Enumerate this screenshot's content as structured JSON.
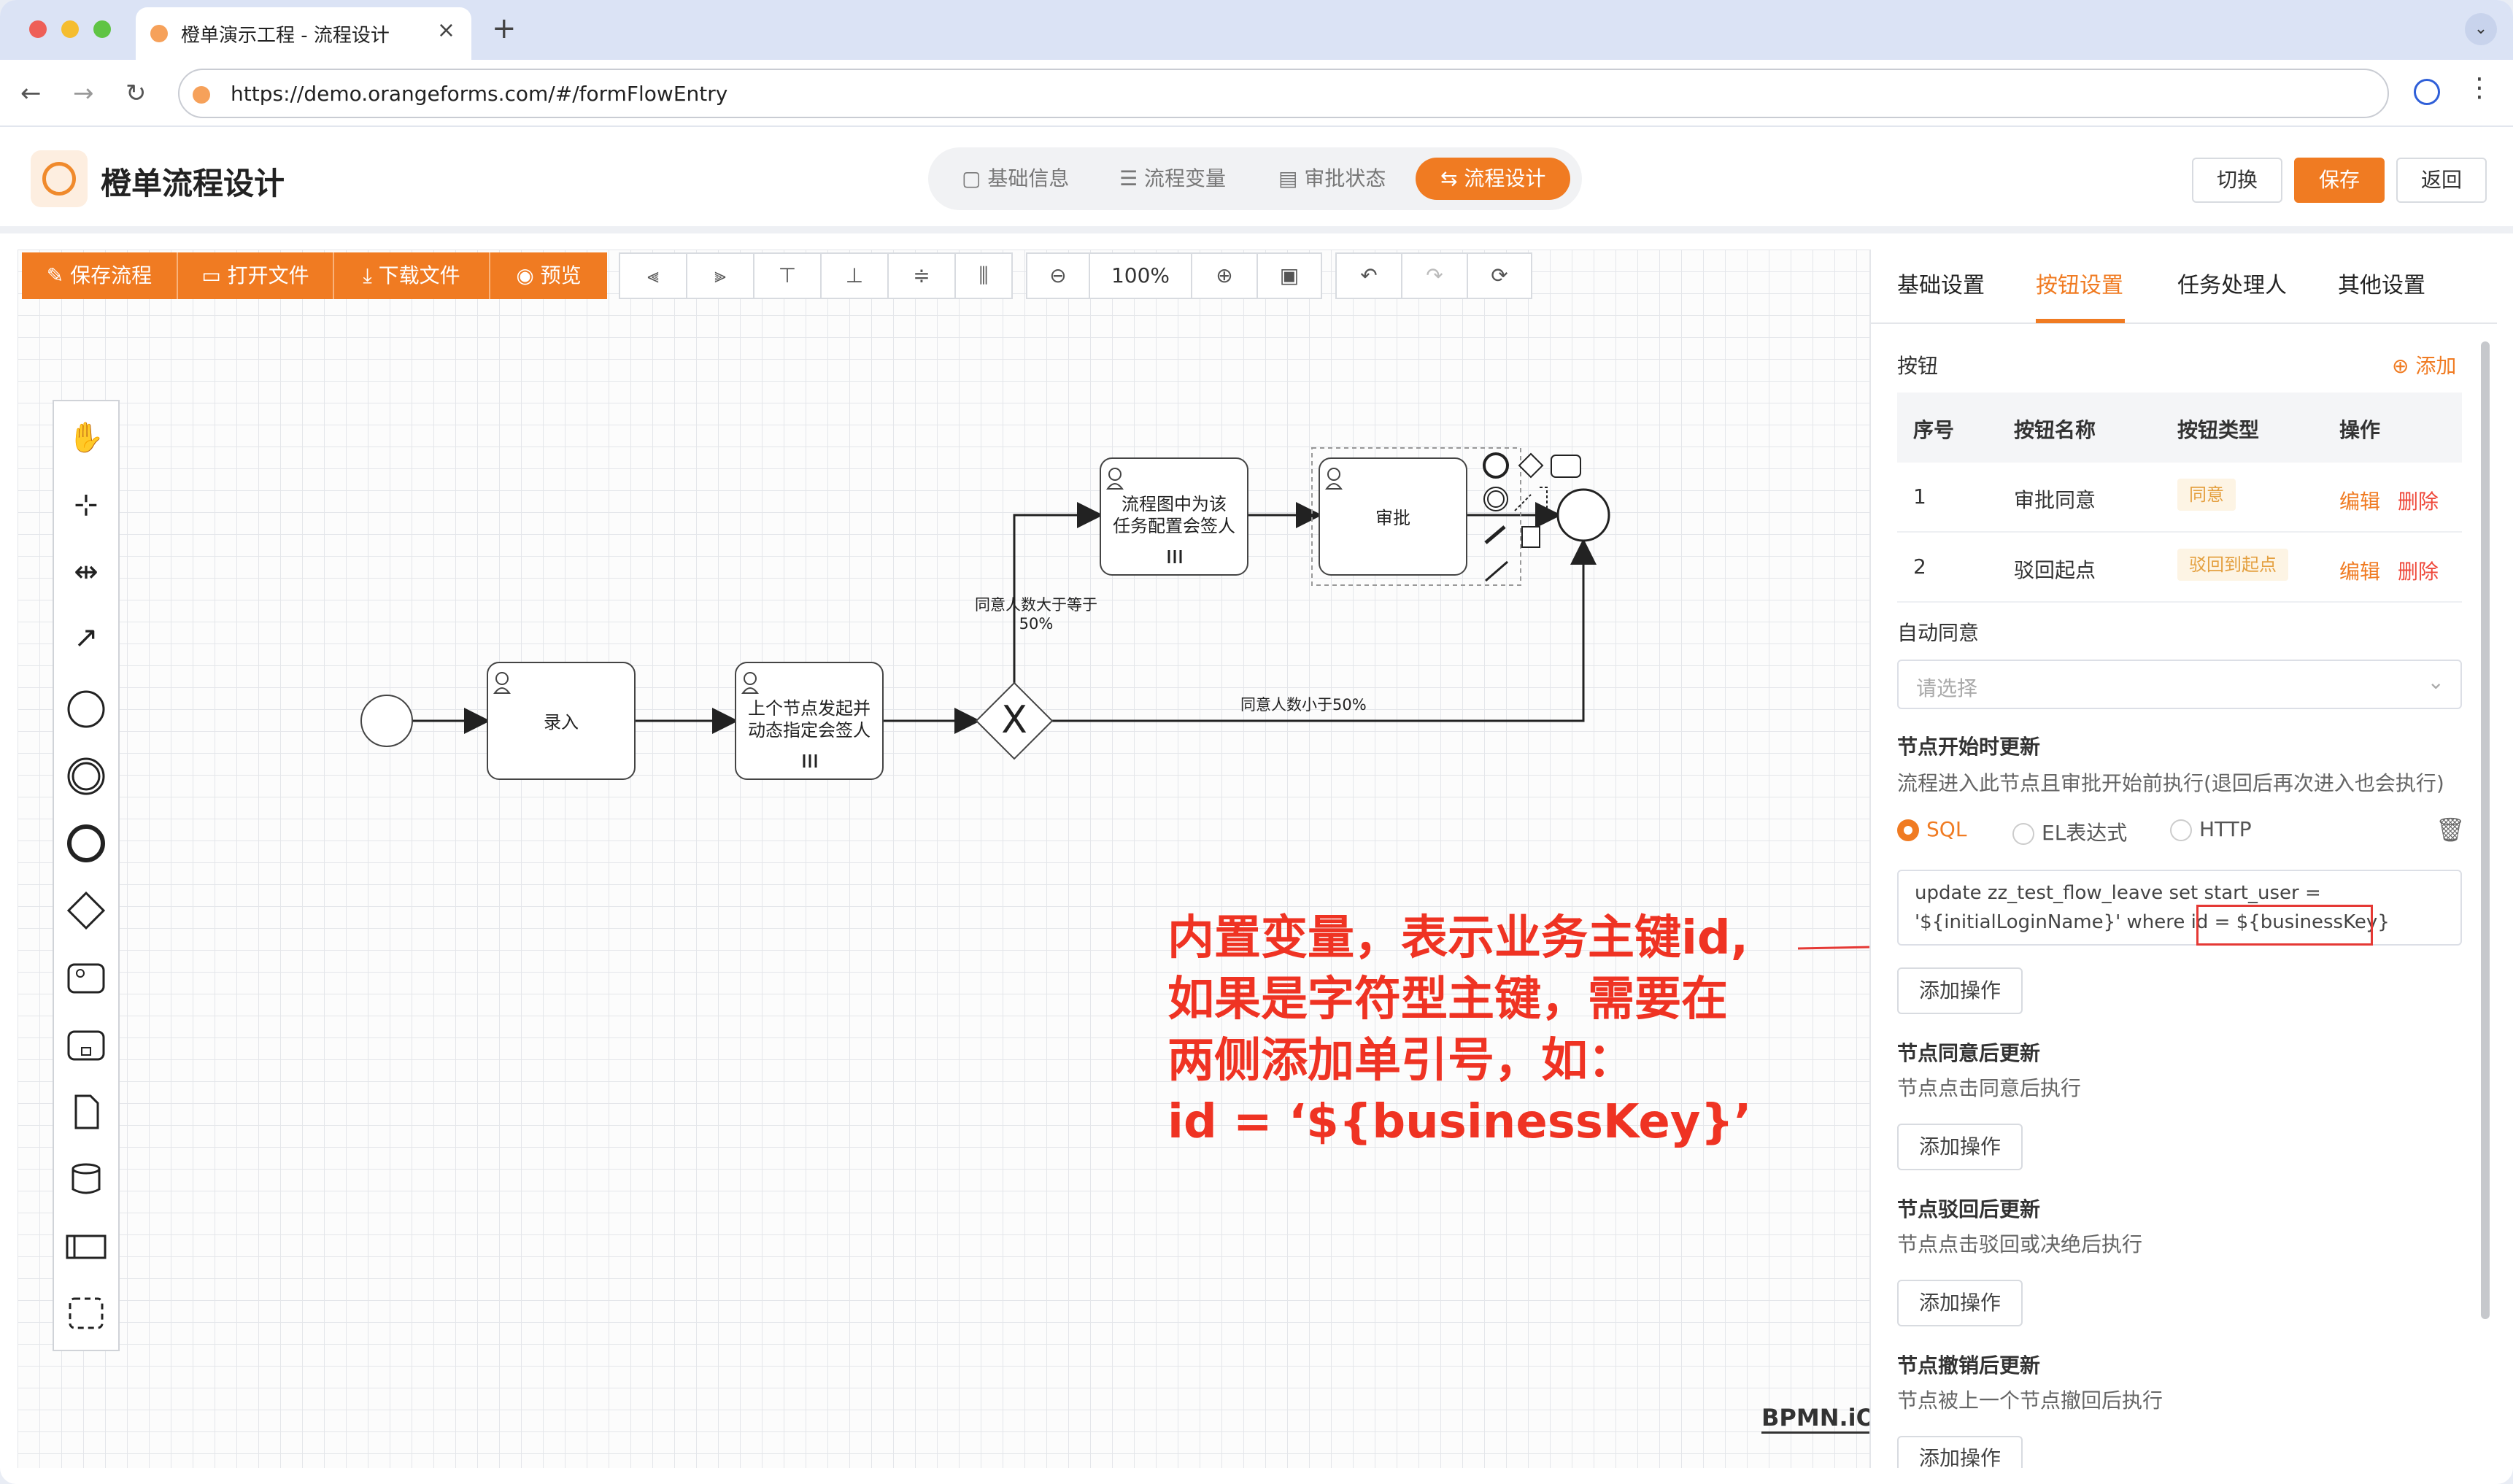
{
  "browser": {
    "tab_title": "橙单演示工程 - 流程设计",
    "url": "https://demo.orangeforms.com/#/formFlowEntry"
  },
  "app": {
    "title": "橙单流程设计",
    "steps": [
      {
        "label": "基础信息"
      },
      {
        "label": "流程变量"
      },
      {
        "label": "审批状态"
      },
      {
        "label": "流程设计"
      }
    ],
    "switch_label": "切换",
    "save_label": "保存",
    "back_label": "返回"
  },
  "toolbar": {
    "save_flow": "保存流程",
    "open_file": "打开文件",
    "download_file": "下载文件",
    "preview": "预览",
    "zoom": "100%"
  },
  "diagram": {
    "task_entry": "录入",
    "task_dynamic_1": "上个节点发起并",
    "task_dynamic_2": "动态指定会签人",
    "task_config_1": "流程图中为该",
    "task_config_2": "任务配置会签人",
    "task_approve": "审批",
    "cond_gte_1": "同意人数大于等于",
    "cond_gte_2": "50%",
    "cond_lt": "同意人数小于50%",
    "watermark": "BPMN.iO"
  },
  "panel": {
    "tabs": [
      "基础设置",
      "按钮设置",
      "任务处理人",
      "其他设置"
    ],
    "buttons_title": "按钮",
    "add_label": "添加",
    "table_headers": [
      "序号",
      "按钮名称",
      "按钮类型",
      "操作"
    ],
    "rows": [
      {
        "no": "1",
        "name": "审批同意",
        "type": "同意",
        "edit": "编辑",
        "del": "删除"
      },
      {
        "no": "2",
        "name": "驳回起点",
        "type": "驳回到起点",
        "edit": "编辑",
        "del": "删除"
      }
    ],
    "auto_agree_label": "自动同意",
    "auto_agree_placeholder": "请选择",
    "node_start_title": "节点开始时更新",
    "node_start_desc": "流程进入此节点且审批开始前执行(退回后再次进入也会执行)",
    "radio_sql": "SQL",
    "radio_el": "EL表达式",
    "radio_http": "HTTP",
    "sql_line1": "update zz_test_flow_leave set start_user =",
    "sql_line2": "'${initialLoginName}' where id = ${businessKey}",
    "add_op": "添加操作",
    "agree_title": "节点同意后更新",
    "agree_desc": "节点点击同意后执行",
    "reject_title": "节点驳回后更新",
    "reject_desc": "节点点击驳回或决绝后执行",
    "revoke_title": "节点撤销后更新",
    "revoke_desc": "节点被上一个节点撤回后执行"
  },
  "annotation": {
    "line1": "内置变量，表示业务主键id,",
    "line2": "如果是字符型主键，需要在",
    "line3": "两侧添加单引号，如：",
    "line4": "id = ‘${businessKey}’"
  },
  "colors": {
    "accent": "#f07b22",
    "annotation": "#ef3323"
  }
}
